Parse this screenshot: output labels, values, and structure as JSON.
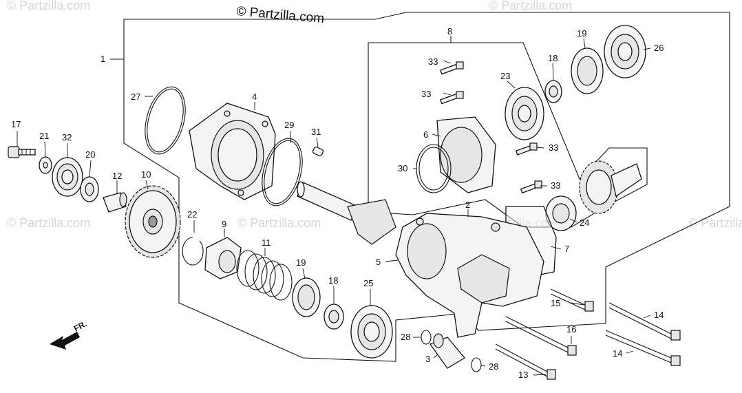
{
  "copyright": "© Partzilla.com",
  "watermark": "© Partzilla.com",
  "direction_label": "FR.",
  "callouts": {
    "c1": "1",
    "c2": "2",
    "c3": "3",
    "c4": "4",
    "c5": "5",
    "c6": "6",
    "c7": "7",
    "c8": "8",
    "c9": "9",
    "c10": "10",
    "c11": "11",
    "c12": "12",
    "c13": "13",
    "c14a": "14",
    "c14b": "14",
    "c15": "15",
    "c16": "16",
    "c17": "17",
    "c18a": "18",
    "c18b": "18",
    "c19a": "19",
    "c19b": "19",
    "c20": "20",
    "c21": "21",
    "c22": "22",
    "c23": "23",
    "c24": "24",
    "c25": "25",
    "c26": "26",
    "c27": "27",
    "c28a": "28",
    "c28b": "28",
    "c29": "29",
    "c30": "30",
    "c31": "31",
    "c32": "32",
    "c33a": "33",
    "c33b": "33",
    "c33c": "33",
    "c33d": "33"
  }
}
